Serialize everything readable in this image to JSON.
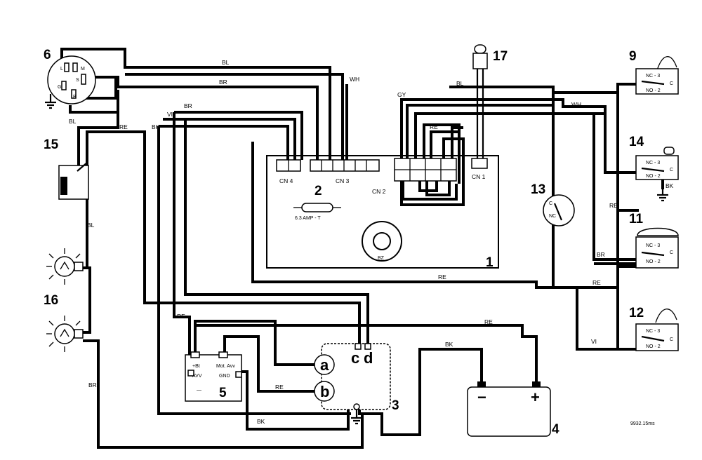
{
  "components": {
    "n1": "1",
    "n2": "2",
    "n3": "3",
    "n4": "4",
    "n5": "5",
    "n6": "6",
    "n9": "9",
    "n11": "11",
    "n12": "12",
    "n13": "13",
    "n14": "14",
    "n15": "15",
    "n16": "16",
    "n17": "17"
  },
  "board": {
    "cn4": "CN 4",
    "cn3": "CN 3",
    "cn2": "CN 2",
    "cn1": "CN 1",
    "fuse": "6.3 AMP - T",
    "buzzer": "BZ"
  },
  "wire_colors": {
    "bl": "BL",
    "br": "BR",
    "wh": "WH",
    "vi": "VI",
    "bk": "BK",
    "re": "RE",
    "gy": "GY"
  },
  "ignition_switch": {
    "l": "L",
    "m": "M",
    "s": "S",
    "g": "G",
    "b": "B"
  },
  "microswitch": {
    "nc": "NC - 3",
    "no": "NO - 2",
    "c": "C"
  },
  "switch13": {
    "c": "C",
    "nc": "NC"
  },
  "regulator": {
    "bt": "+Bt",
    "avv": "AVV",
    "minus": "—",
    "mot_avv": "Mot. Avv",
    "gnd": "GND"
  },
  "motor": {
    "a": "a",
    "b": "b",
    "c": "c",
    "d": "d"
  },
  "battery": {
    "minus": "−",
    "plus": "+"
  },
  "drawing_code": "9932.15ms"
}
